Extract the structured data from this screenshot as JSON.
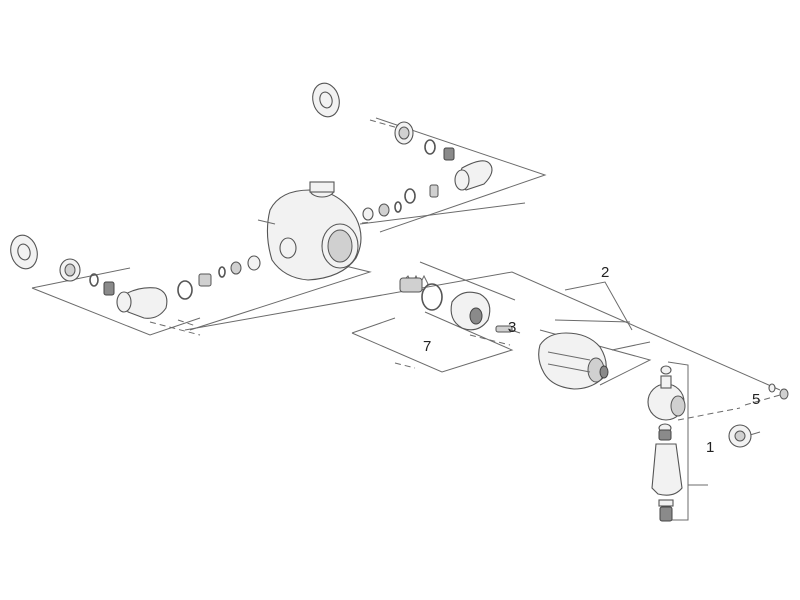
{
  "callouts": {
    "c1": "1",
    "c2": "2",
    "c3": "3",
    "c5": "5",
    "c7": "7"
  },
  "colors": {
    "line": "#6b6b6b",
    "part_fill": "#f2f2f2",
    "part_stroke": "#555555"
  },
  "icons": [
    "wall-plate-icon",
    "nut-icon",
    "washer-icon",
    "filter-icon",
    "elbow-icon",
    "valve-body-icon",
    "spring-icon",
    "o-ring-icon",
    "cartridge-icon",
    "key-icon",
    "handle-hub-icon",
    "lever-handle-icon",
    "cap-icon",
    "screw-icon"
  ]
}
